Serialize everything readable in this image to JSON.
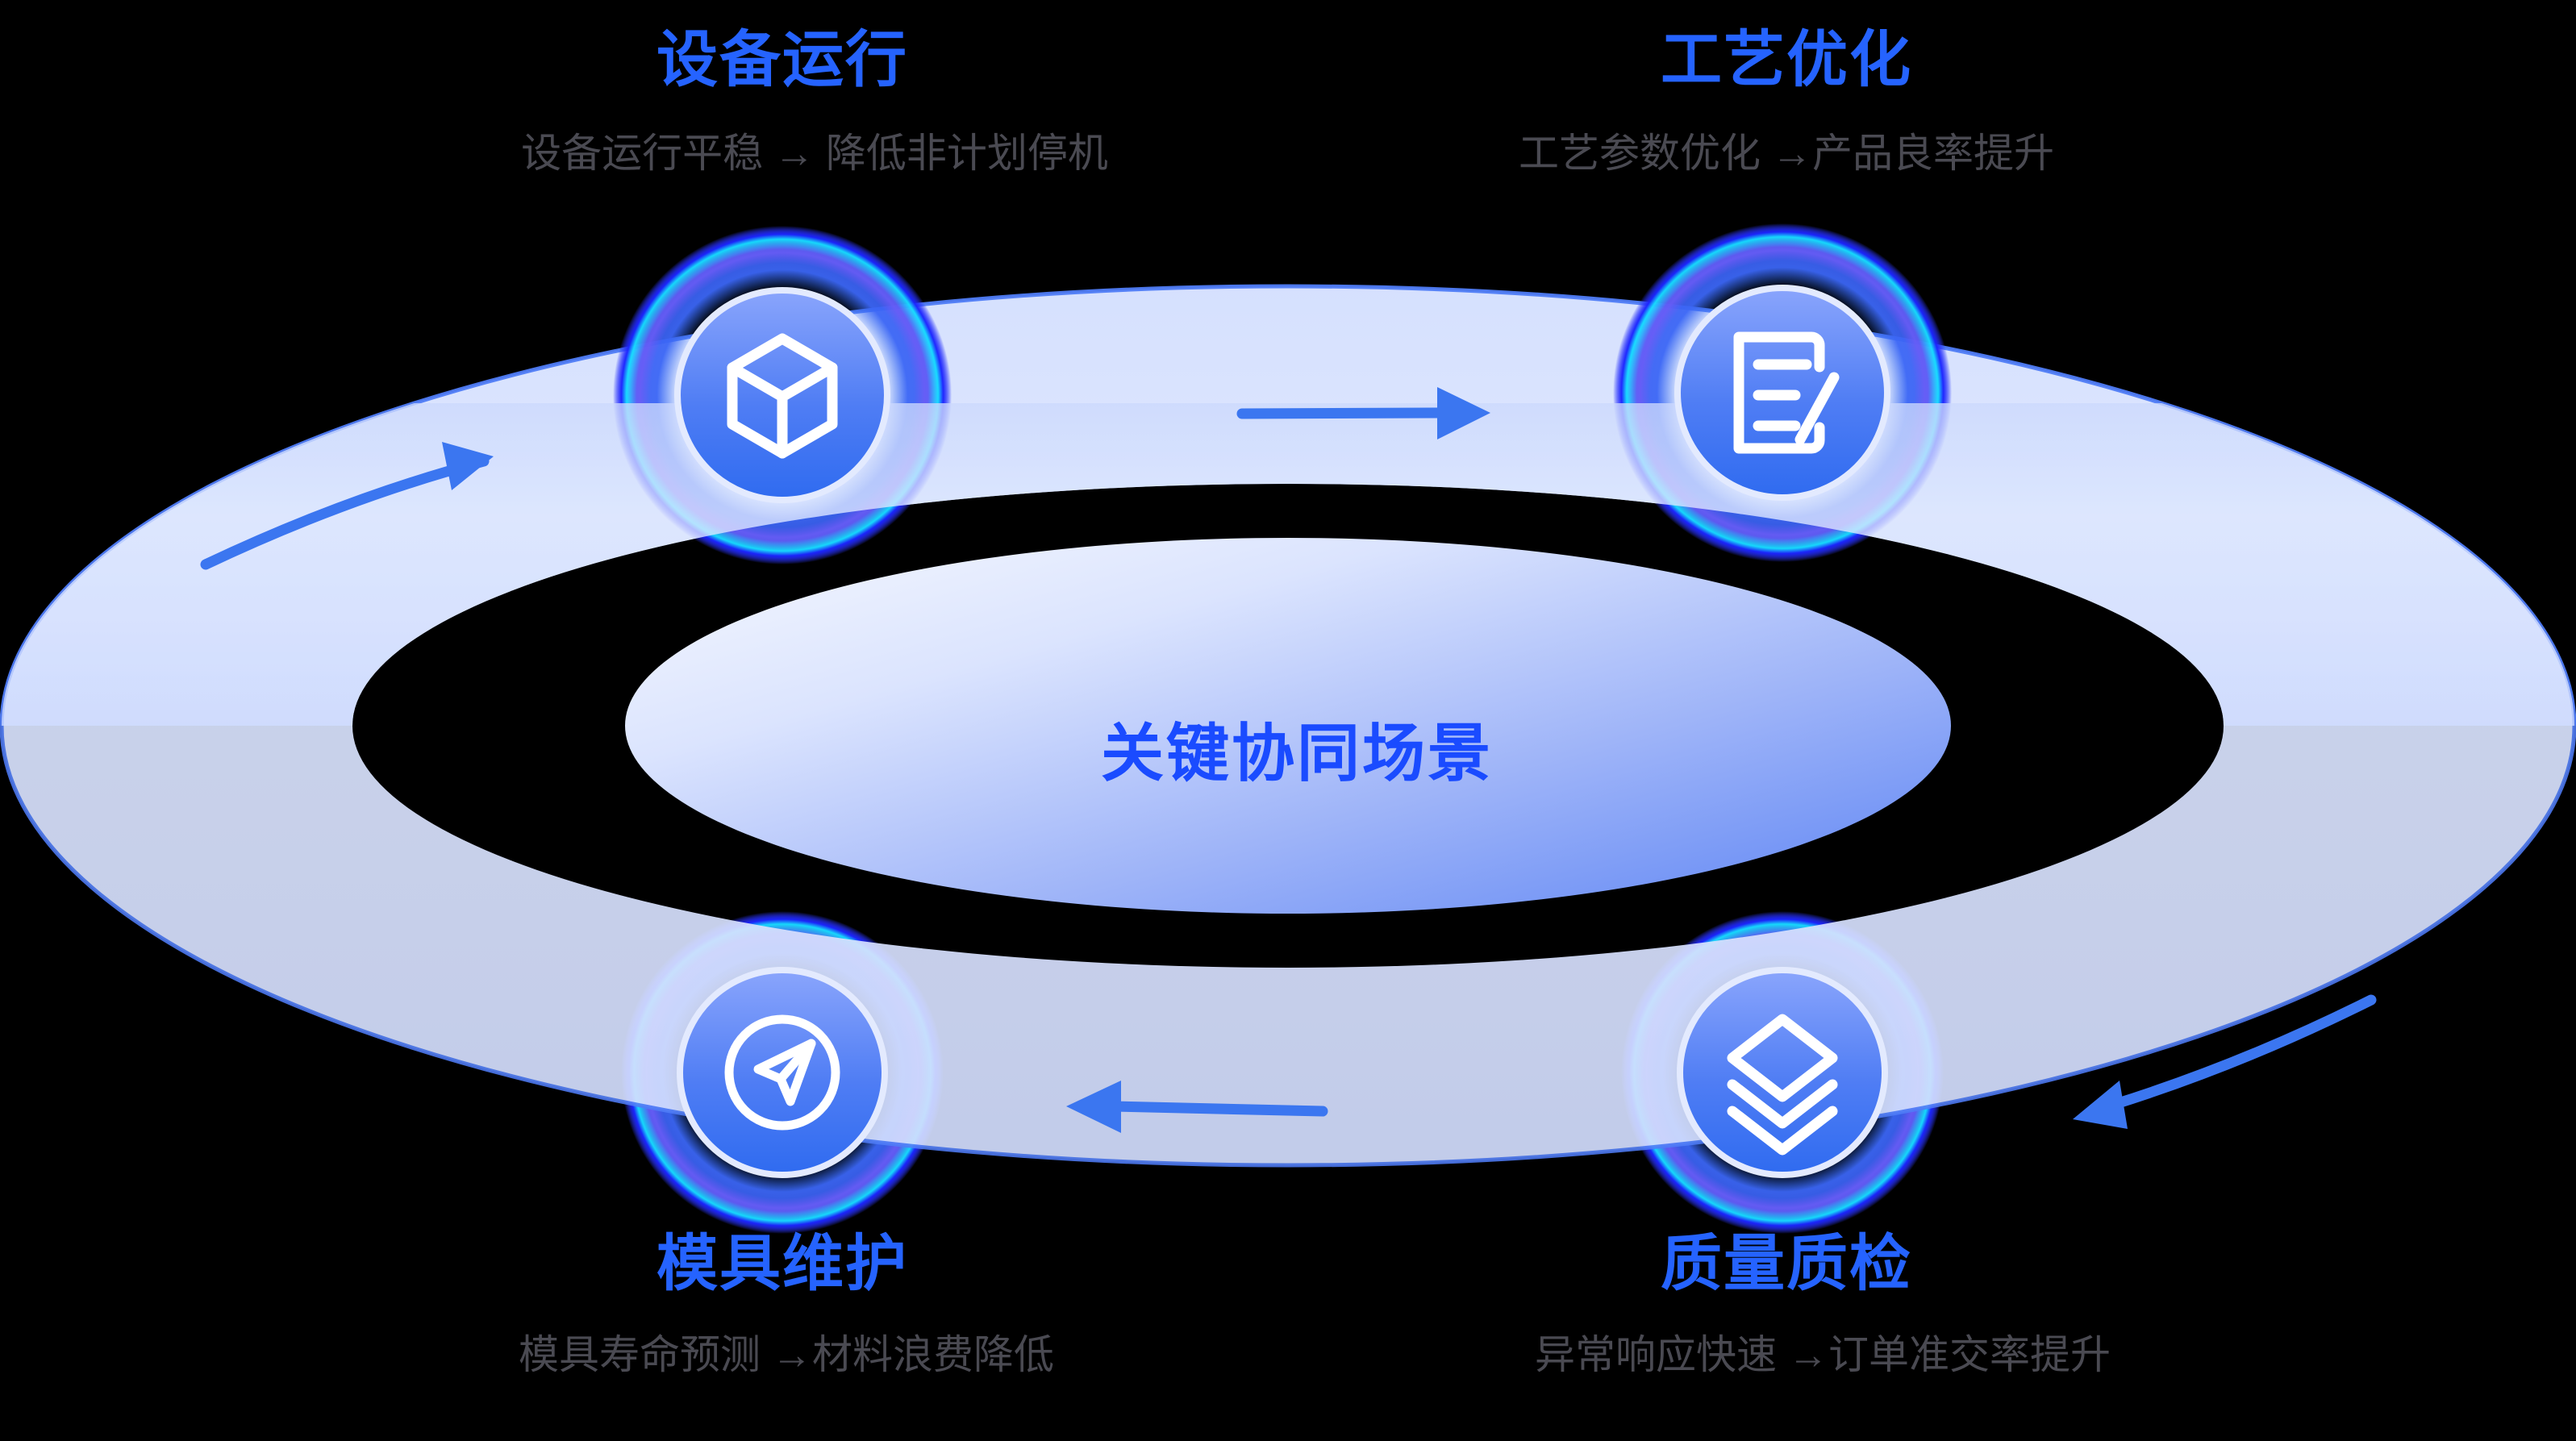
{
  "diagram": {
    "type": "cycle-orbit",
    "center": {
      "label": "关键协同场景"
    },
    "nodes": [
      {
        "id": "equipment-operation",
        "title": "设备运行",
        "subtitle": "设备运行平稳 → 降低非计划停机",
        "icon": "cube-icon",
        "position": "top-left"
      },
      {
        "id": "process-optimization",
        "title": "工艺优化",
        "subtitle": "工艺参数优化 →产品良率提升",
        "icon": "document-edit-icon",
        "position": "top-right"
      },
      {
        "id": "mold-maintenance",
        "title": "模具维护",
        "subtitle": "模具寿命预测 →材料浪费降低",
        "icon": "paper-plane-icon",
        "position": "bottom-left"
      },
      {
        "id": "quality-inspection",
        "title": "质量质检",
        "subtitle": "异常响应快速 →订单准交率提升",
        "icon": "layers-icon",
        "position": "bottom-right"
      }
    ],
    "flow_direction": "clockwise",
    "arrow_count": 4,
    "colors": {
      "background": "#000000",
      "title_blue": "#2563ff",
      "subtitle_gray": "#4a4a52",
      "center_text_blue": "#1a4bff",
      "ring_fill_light": "#dbe4fe",
      "ring_fill_mid": "#c6d4fd",
      "ring_stroke": "#4f7cf7",
      "arrow_blue": "#3b76f0",
      "icon_circle_top": "#7d9bfb",
      "icon_circle_bottom": "#2f6bf0",
      "glow_cyan": "#14e0ff",
      "glow_blue": "#1a22ff",
      "glow_violet": "#6b5cf6",
      "center_ellipse_from": "#f3f6ff",
      "center_ellipse_to": "#5f86f5",
      "icon_stroke": "#ffffff"
    }
  }
}
